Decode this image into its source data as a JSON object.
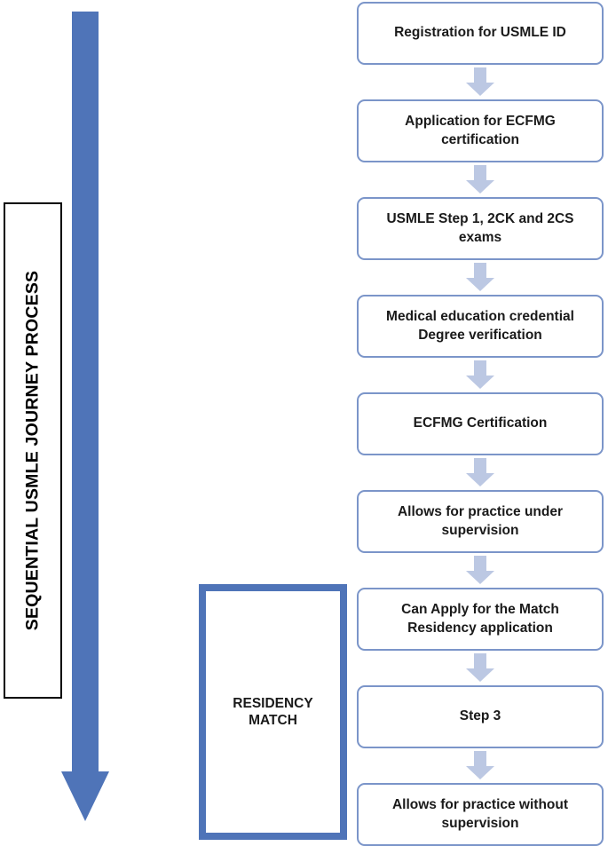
{
  "diagram": {
    "title_vertical": "SEQUENTIAL USMLE JOURNEY PROCESS",
    "side_note_label": "RESIDENCY\nMATCH",
    "side_note_line1": "RESIDENCY",
    "side_note_line2": "MATCH",
    "colors": {
      "big_arrow": "#4f74b8",
      "box_border": "#7b95c9",
      "connector_arrow": "#bcc8e3",
      "residency_border": "#4f74b8",
      "label_border": "#000000",
      "text": "#1a1a1a",
      "background": "#ffffff"
    },
    "steps": [
      {
        "id": "step-1",
        "label": "Registration for USMLE ID"
      },
      {
        "id": "step-2",
        "label": "Application for ECFMG certification"
      },
      {
        "id": "step-3",
        "label": "USMLE Step 1, 2CK and 2CS exams"
      },
      {
        "id": "step-4",
        "label": "Medical education credential Degree verification"
      },
      {
        "id": "step-5",
        "label": "ECFMG Certification"
      },
      {
        "id": "step-6",
        "label": "Allows for practice under supervision"
      },
      {
        "id": "step-7",
        "label": "Can Apply for the Match Residency application"
      },
      {
        "id": "step-8",
        "label": "Step 3"
      },
      {
        "id": "step-9",
        "label": "Allows for practice without supervision"
      }
    ]
  }
}
